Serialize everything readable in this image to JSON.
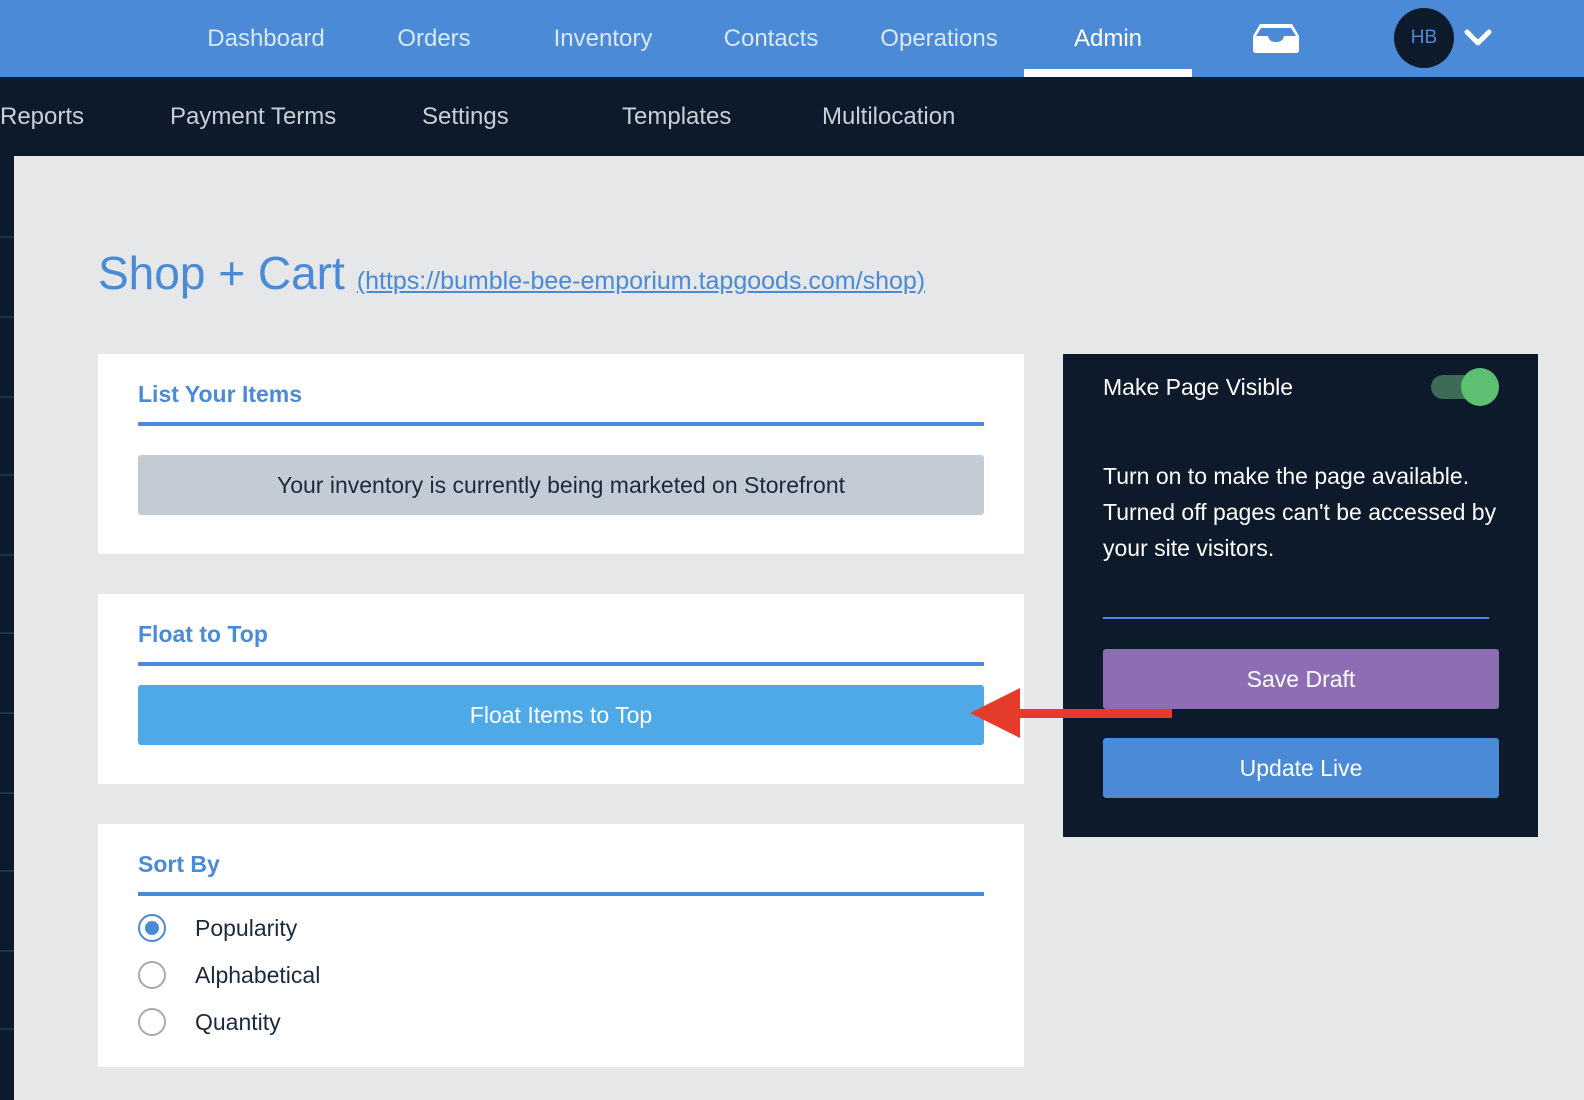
{
  "top_nav": {
    "items": [
      {
        "label": "Dashboard",
        "active": false
      },
      {
        "label": "Orders",
        "active": false
      },
      {
        "label": "Inventory",
        "active": false
      },
      {
        "label": "Contacts",
        "active": false
      },
      {
        "label": "Operations",
        "active": false
      },
      {
        "label": "Admin",
        "active": true
      }
    ],
    "inbox_icon": "inbox-icon",
    "avatar_initials": "HB",
    "menu_icon": "chevron-down-icon"
  },
  "sub_nav": {
    "items": [
      {
        "label": "Reports"
      },
      {
        "label": "Payment Terms"
      },
      {
        "label": "Settings"
      },
      {
        "label": "Templates"
      },
      {
        "label": "Multilocation"
      }
    ]
  },
  "page": {
    "title": "Shop + Cart",
    "url": "(https://bumble-bee-emporium.tapgoods.com/shop)"
  },
  "list_items": {
    "heading": "List Your Items",
    "banner": "Your inventory is currently being marketed on Storefront"
  },
  "float_to_top": {
    "heading": "Float to Top",
    "button_label": "Float Items to Top"
  },
  "sort_by": {
    "heading": "Sort By",
    "selected": "Popularity",
    "options": [
      {
        "label": "Popularity",
        "checked": true
      },
      {
        "label": "Alphabetical",
        "checked": false
      },
      {
        "label": "Quantity",
        "checked": false
      }
    ]
  },
  "visibility_panel": {
    "title": "Make Page Visible",
    "toggle_on": true,
    "description": "Turn on to make the page available. Turned off pages can't be accessed by your site visitors.",
    "save_draft_label": "Save Draft",
    "update_live_label": "Update Live"
  },
  "colors": {
    "primary": "#4a8ad6",
    "dark_navy": "#0c1a2b",
    "float_button": "#4ea9e6",
    "save_draft": "#8f6db5",
    "toggle_knob": "#5dbf72",
    "annotation_arrow": "#e43b2b",
    "background": "#e6e7e9"
  }
}
